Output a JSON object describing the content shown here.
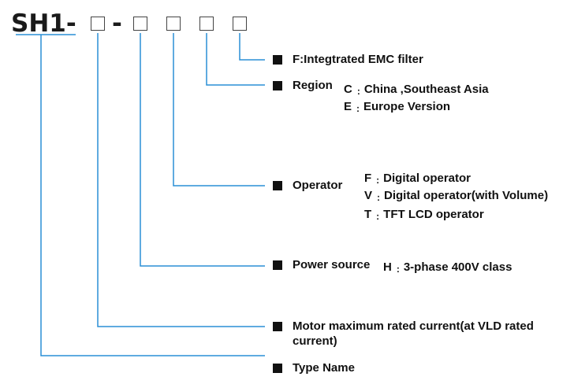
{
  "model": {
    "prefix": "SH1-",
    "dash": "-"
  },
  "fields": [
    {
      "id": "emc",
      "label": "F",
      "options": [
        {
          "code": "",
          "text": "Integtrated EMC filter"
        }
      ]
    },
    {
      "id": "region",
      "label": "Region",
      "options": [
        {
          "code": "C",
          "text": "China ,Southeast Asia"
        },
        {
          "code": "E",
          "text": "Europe Version"
        }
      ]
    },
    {
      "id": "operator",
      "label": "Operator",
      "options": [
        {
          "code": "F",
          "text": "Digital operator"
        },
        {
          "code": "V",
          "text": "Digital operator(with Volume)"
        },
        {
          "code": "T",
          "text": "TFT  LCD operator"
        }
      ]
    },
    {
      "id": "power",
      "label": "Power source",
      "options": [
        {
          "code": "H",
          "text": "3-phase 400V class"
        }
      ]
    },
    {
      "id": "current",
      "label": "Motor maximum rated current(at VLD rated",
      "label2": "current)"
    },
    {
      "id": "type",
      "label": "Type Name"
    }
  ],
  "separator": ":",
  "colors": {
    "line": "#2a8fd6",
    "text": "#111111"
  }
}
